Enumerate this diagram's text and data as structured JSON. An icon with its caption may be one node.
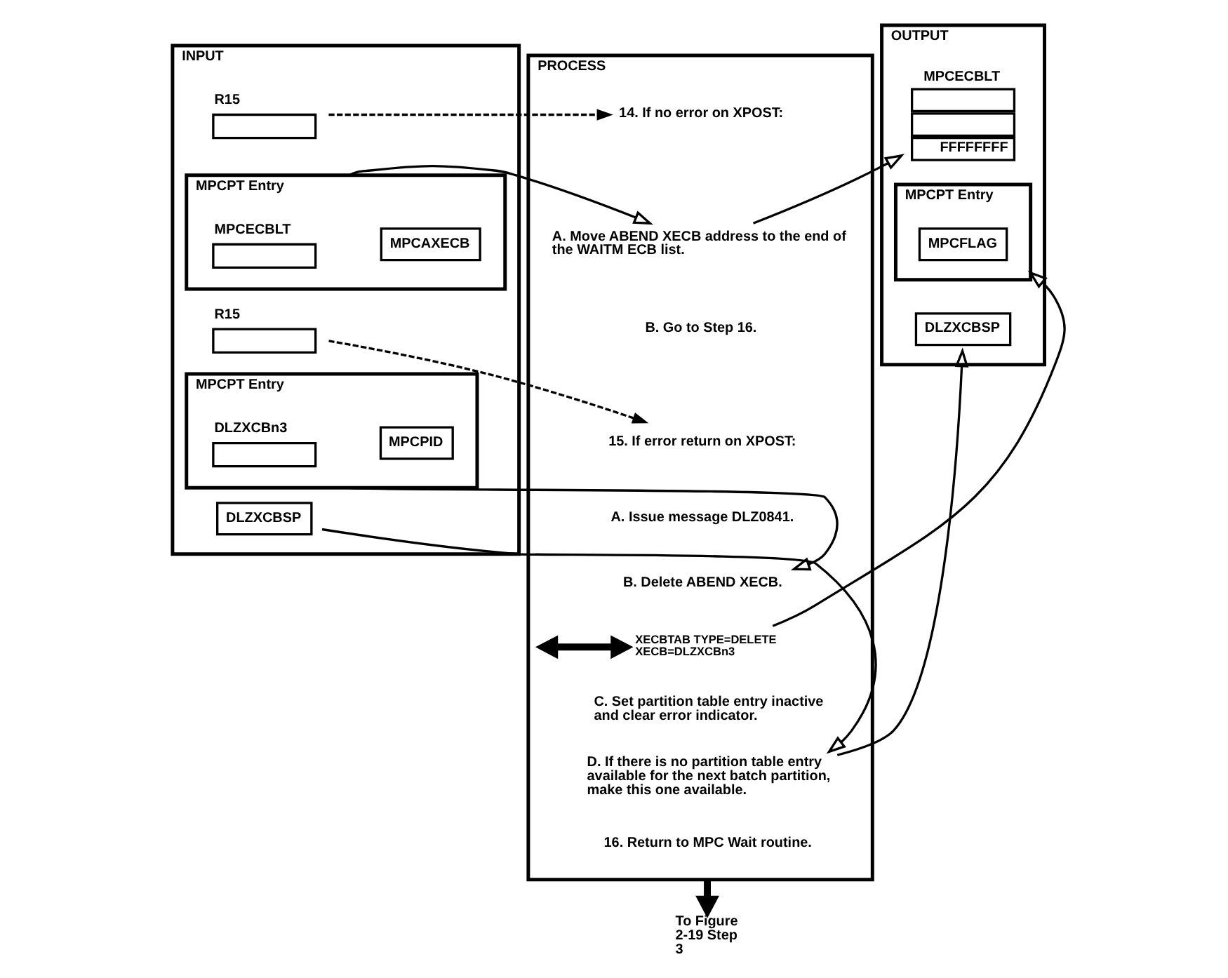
{
  "diagram": {
    "nodes": [
      {
        "text": [
          "INPUT"
        ]
      },
      {
        "text": [
          "R15"
        ],
        "in": 0
      },
      {
        "text": [
          "MPCPT Entry"
        ],
        "in": 0
      },
      {
        "text": [
          "MPCAXECB"
        ],
        "in": 2
      },
      {
        "text": [
          "MPCECBLT"
        ],
        "in": 2
      },
      {
        "text": [
          "R15"
        ],
        "in": 0
      },
      {
        "text": [
          "MPCPT Entry"
        ],
        "in": 0
      },
      {
        "text": [
          "MPCPID"
        ],
        "in": 6
      },
      {
        "text": [
          "DLZXCBn3"
        ],
        "in": 6
      },
      {
        "text": [
          "DLZXCBSP"
        ],
        "in": 0
      },
      {
        "text": [
          "PROCESS"
        ]
      },
      {
        "text": [
          "14. If no error on XPOST:"
        ],
        "in": 10
      },
      {
        "text": [
          "A. Move ABEND XECB address to the end of the WAITM ECB list."
        ],
        "in": 10
      },
      {
        "text": [
          "B. Go to Step 16."
        ],
        "in": 10
      },
      {
        "text": [
          "15. If error return on XPOST:"
        ],
        "in": 10
      },
      {
        "text": [
          "A. Issue message DLZ0841."
        ],
        "in": 10
      },
      {
        "text": [
          "B. Delete ABEND XECB."
        ],
        "in": 10
      },
      {
        "text": [
          "XECBTAB TYPE=DELETE XECB=DLZXCBn3"
        ],
        "in": 10
      },
      {
        "text": [
          "C. Set partition table entry inactive and clear error indicator."
        ],
        "in": 10
      },
      {
        "text": [
          "D. If there is no partition table entry available for the next batch partition, make this one available."
        ],
        "in": 10
      },
      {
        "text": [
          "16. Return to MPC Wait routine."
        ],
        "in": 10
      },
      {
        "text": [
          "To Figure 2-19 Step 3"
        ]
      },
      {
        "text": [
          "OUTPUT"
        ]
      },
      {
        "text": [
          "MPCECBLT",
          "FFFFFFFF"
        ],
        "in": 22
      },
      {
        "text": [
          "MPCPT Entry"
        ],
        "in": 22
      },
      {
        "text": [
          "MPCFLAG"
        ],
        "in": 24
      },
      {
        "text": [
          "DLZXCBSP"
        ],
        "in": 22
      }
    ],
    "edges": [
      {
        "from": 1,
        "to": 11,
        "arrow": "to",
        "style": "dashed"
      },
      {
        "from": 2,
        "to": 12,
        "arrow": "to"
      },
      {
        "from": 5,
        "to": 14,
        "arrow": "to",
        "style": "dashed"
      },
      {
        "from": 6,
        "to": 16,
        "arrow": "to"
      },
      {
        "from": null,
        "to": 17,
        "arrow": "both",
        "style": "thick"
      },
      {
        "from": 9,
        "to": 19,
        "arrow": "to"
      },
      {
        "from": 12,
        "to": 23,
        "arrow": "to"
      },
      {
        "from": 17,
        "to": 24,
        "arrow": "to"
      },
      {
        "from": 19,
        "to": 26,
        "arrow": "to"
      },
      {
        "from": 10,
        "to": 21,
        "arrow": "to",
        "style": "thick"
      }
    ]
  }
}
